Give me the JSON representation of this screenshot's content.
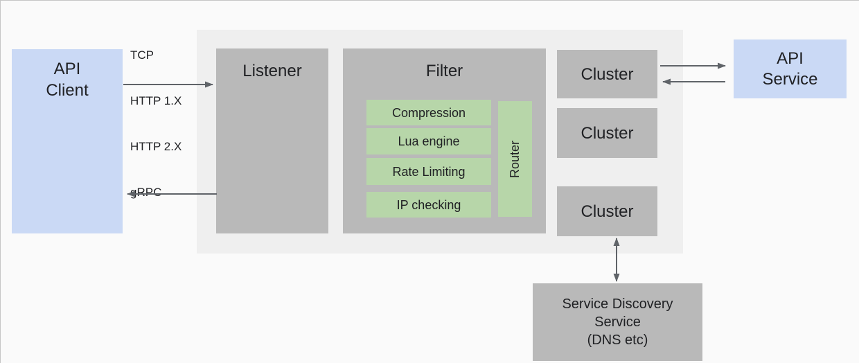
{
  "colors": {
    "background": "#fafafa",
    "blue_box": "#cad9f5",
    "gray_box": "#b9b9b9",
    "green_box": "#b7d6a9",
    "container": "#efefef",
    "arrow": "#5f6368",
    "text": "#202124"
  },
  "api_client": {
    "line1": "API",
    "line2": "Client"
  },
  "protocols": [
    "TCP",
    "HTTP 1.X",
    "HTTP 2.X",
    "gRPC"
  ],
  "envoy": {
    "listener_label": "Listener",
    "filter_label": "Filter",
    "filter_chain": [
      "Compression",
      "Lua engine",
      "Rate Limiting",
      "IP checking"
    ],
    "router_label": "Router",
    "clusters": [
      "Cluster",
      "Cluster",
      "Cluster"
    ]
  },
  "api_service": {
    "line1": "API",
    "line2": "Service"
  },
  "service_discovery": {
    "line1": "Service Discovery",
    "line2": "Service",
    "line3": "(DNS etc)"
  }
}
